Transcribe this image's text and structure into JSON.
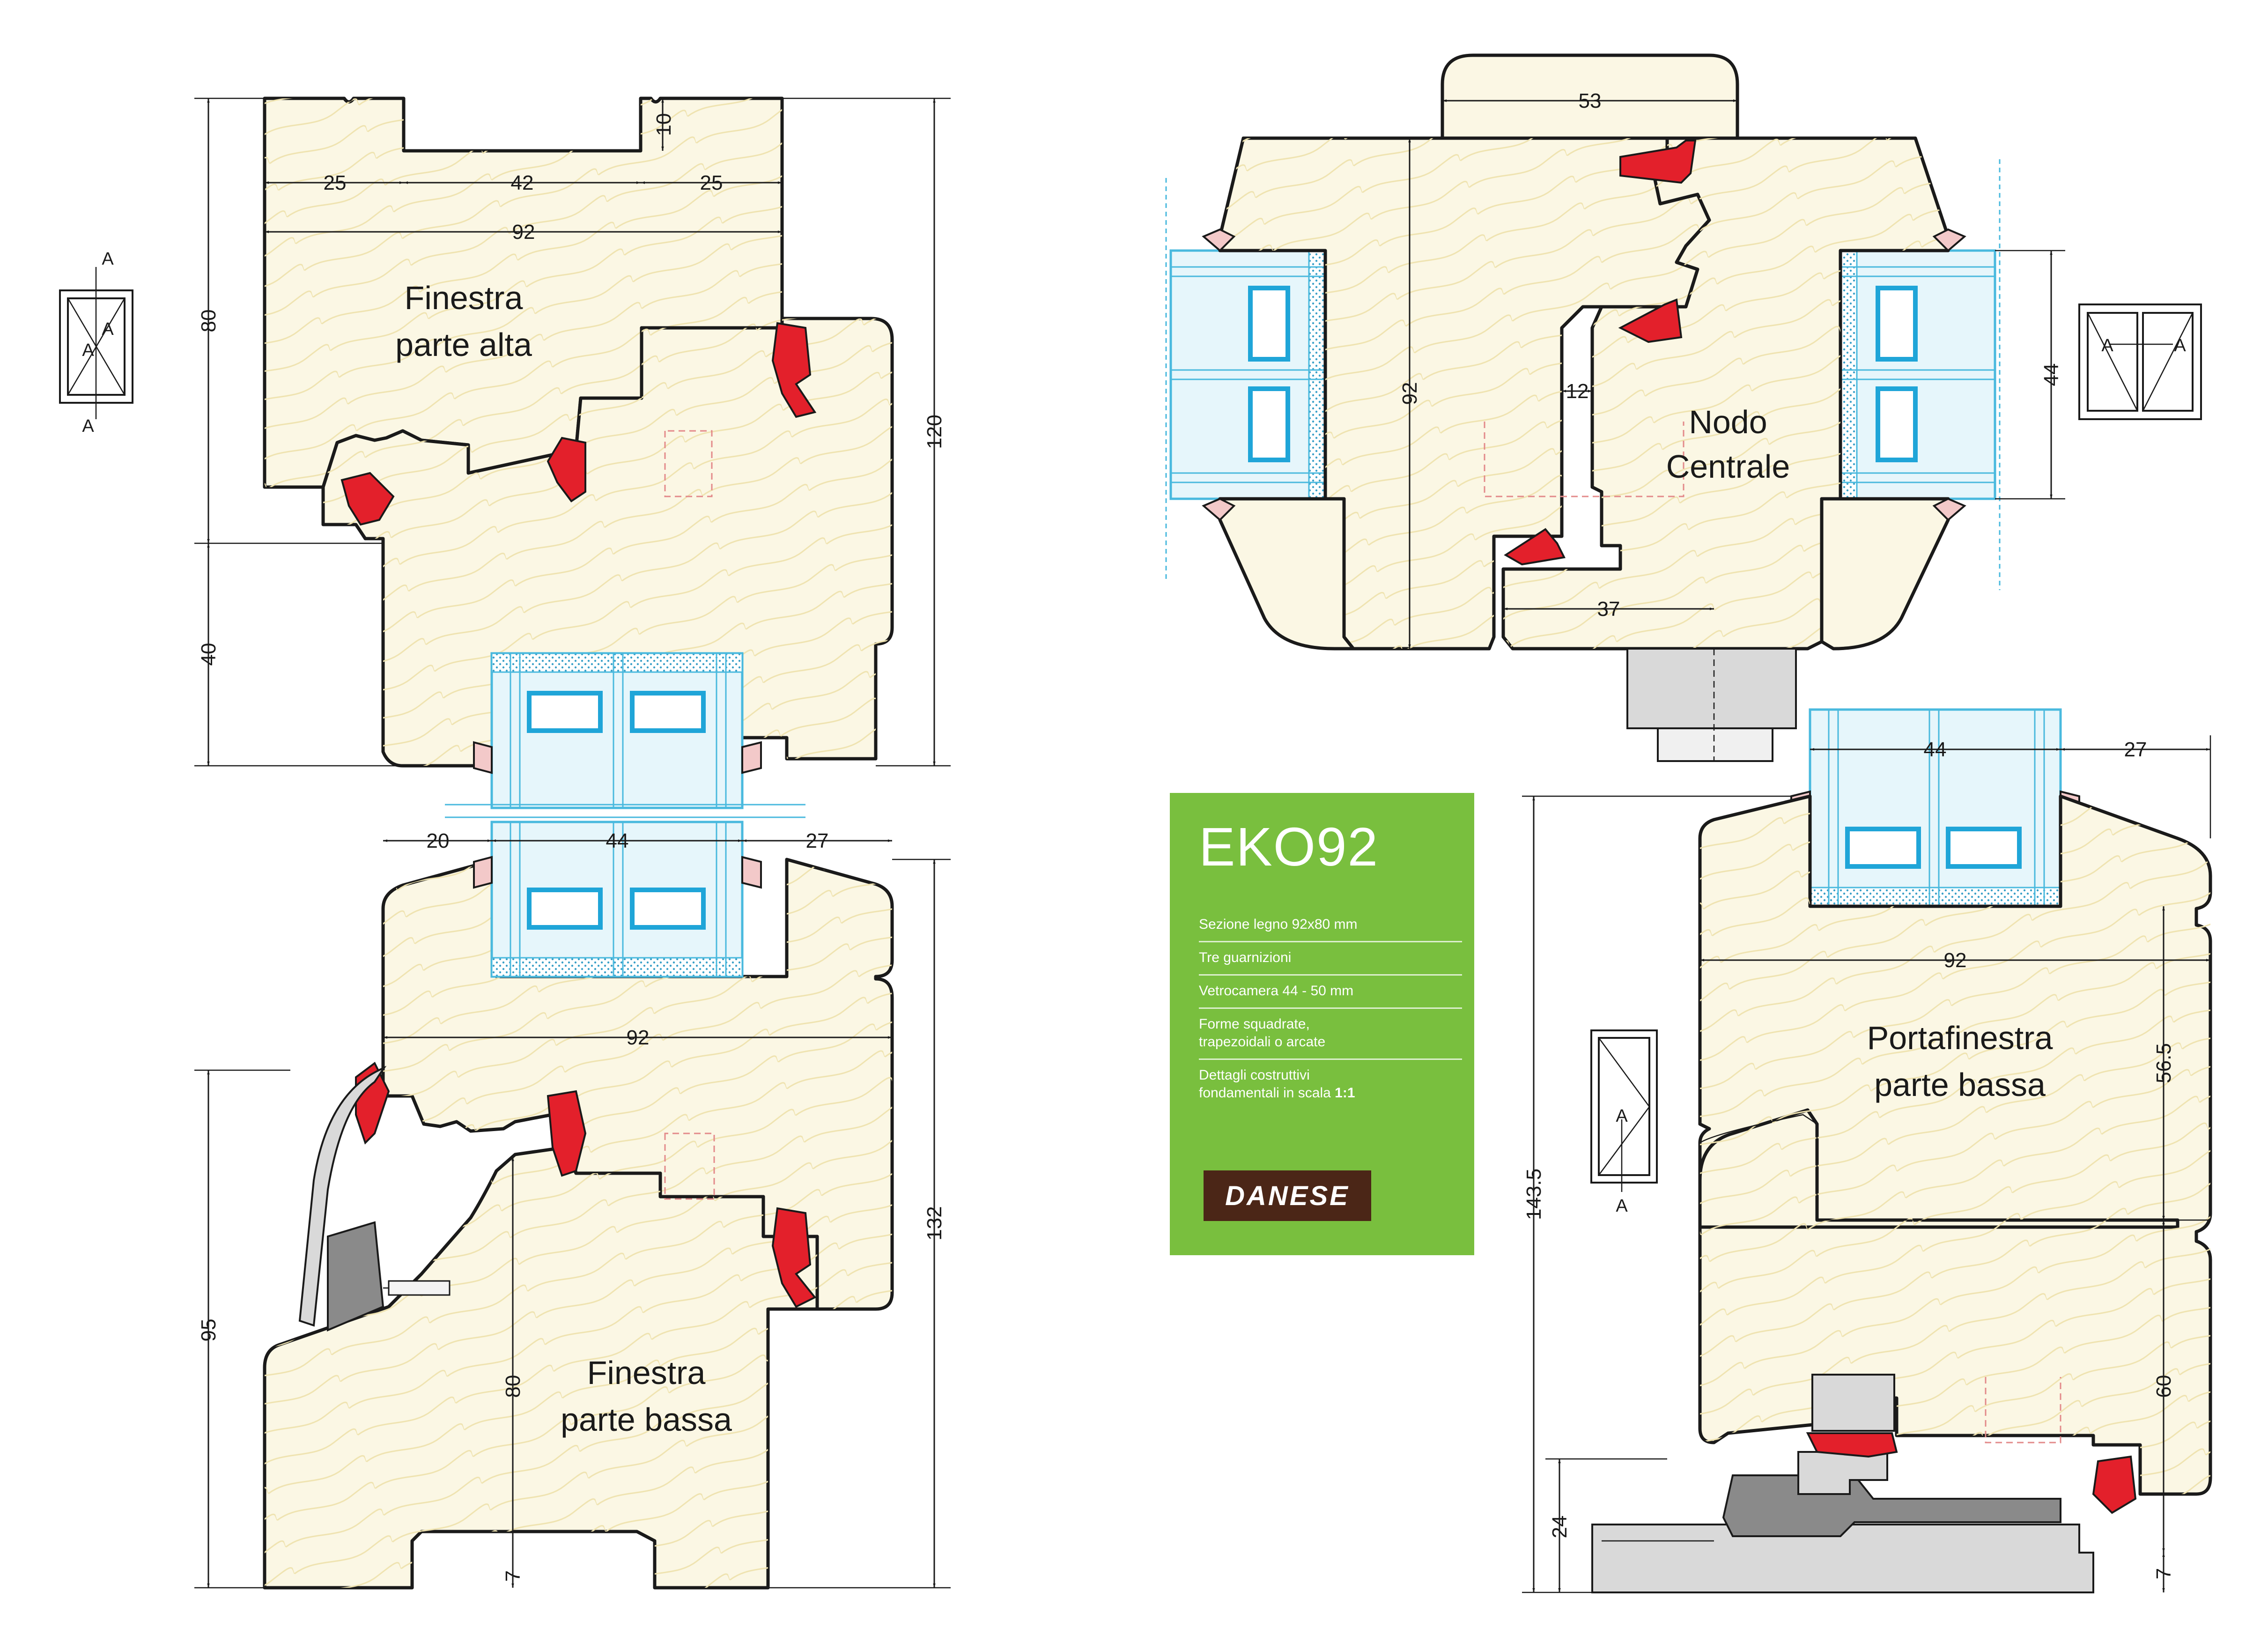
{
  "sections": {
    "top_left": "Finestra\nparte alta",
    "bottom_left": "Finestra\nparte bassa",
    "top_right": "Nodo\nCentrale",
    "bottom_right": "Portafinestra\nparte bassa"
  },
  "dimensions": {
    "tl_25a": "25",
    "tl_42": "42",
    "tl_25b": "25",
    "tl_10": "10",
    "tl_92": "92",
    "tl_80": "80",
    "tl_40": "40",
    "tl_120": "120",
    "bl_20": "20",
    "bl_44": "44",
    "bl_27": "27",
    "bl_92": "92",
    "bl_95": "95",
    "bl_80": "80",
    "bl_132": "132",
    "bl_7": "7",
    "tr_53": "53",
    "tr_92": "92",
    "tr_12": "12",
    "tr_37": "37",
    "tr_44": "44",
    "br_44": "44",
    "br_27": "27",
    "br_92": "92",
    "br_56_5": "56.5",
    "br_60": "60",
    "br_143_5": "143.5",
    "br_24": "24",
    "br_7": "7"
  },
  "section_markers": {
    "a": "A"
  },
  "panel": {
    "title": "EKO92",
    "features": [
      "Sezione legno 92x80 mm",
      "Tre guarnizioni",
      "Vetrocamera 44 - 50 mm",
      "Forme squadrate,\ntrapezoidali o arcate"
    ],
    "detail_text": "Dettagli costruttivi\nfondamentali in scala ",
    "detail_scale": "1:1",
    "logo": "DANESE"
  },
  "colors": {
    "panel_green": "#79bf3e",
    "logo_brown": "#4b2617",
    "wood": "#fbf7e4",
    "gasket_red": "#e3202b",
    "glass_blue": "#1fa5d8"
  }
}
